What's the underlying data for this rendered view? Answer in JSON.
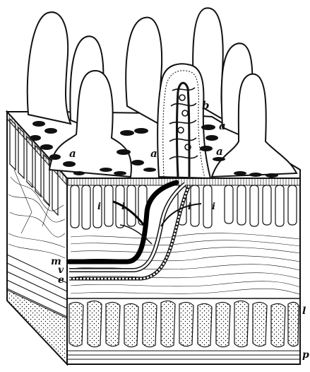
{
  "labels": {
    "a1": "a",
    "a2": "a",
    "a3": "a",
    "a4": "a",
    "b": "b",
    "i1": "i",
    "i2": "i",
    "i3": "i",
    "i4": "i",
    "m": "m",
    "v": "v",
    "e": "e",
    "l_right": "l",
    "p_right": "p"
  },
  "colors": {
    "ink": "#111111",
    "paper": "#ffffff",
    "vessel": "#000000"
  }
}
